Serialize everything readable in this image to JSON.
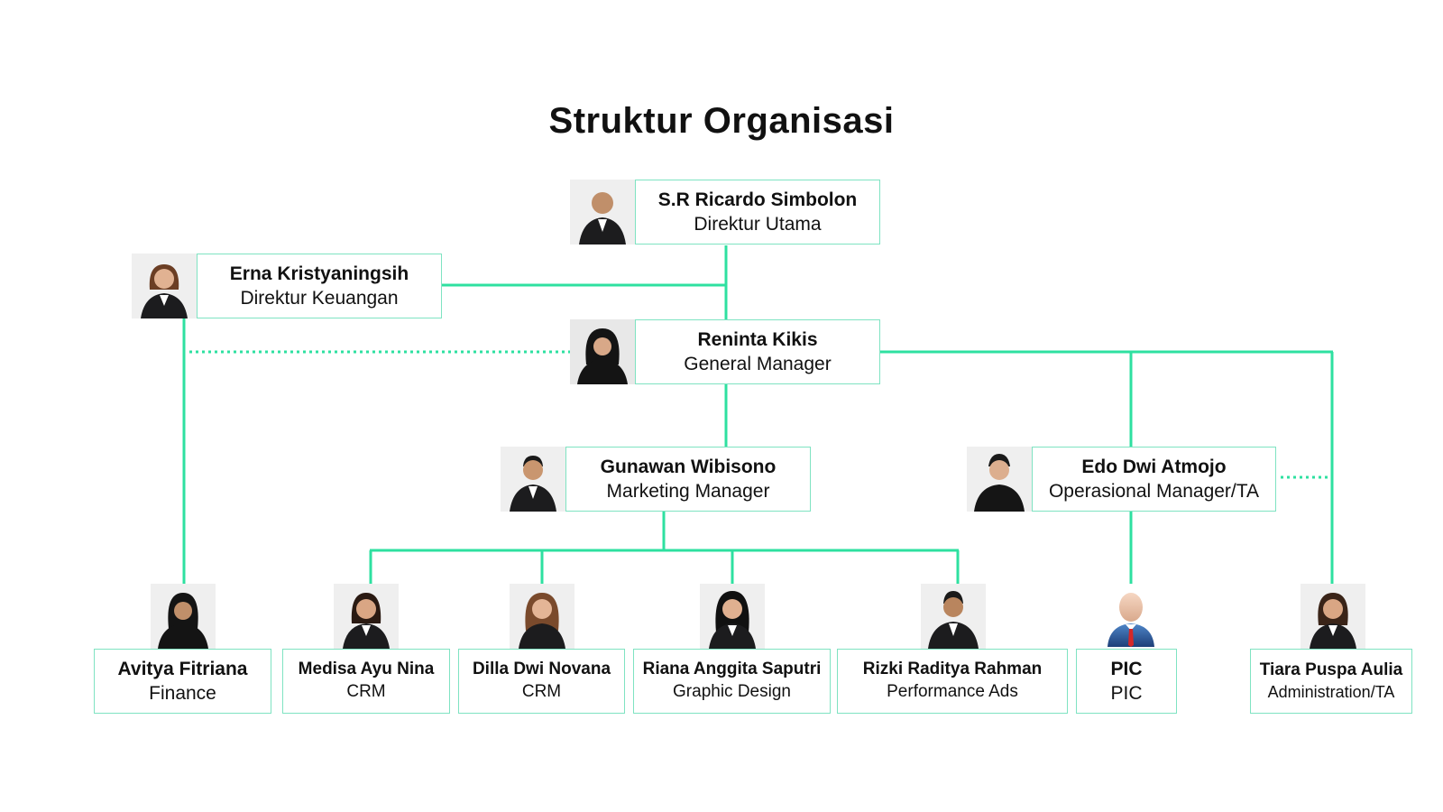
{
  "title": "Struktur Organisasi",
  "colors": {
    "line": "#2ee0a0",
    "box_border": "#7fe3c2",
    "text": "#111111"
  },
  "people": {
    "ricardo": {
      "name": "S.R Ricardo Simbolon",
      "role": "Direktur Utama"
    },
    "erna": {
      "name": "Erna Kristyaningsih",
      "role": "Direktur Keuangan"
    },
    "reninta": {
      "name": "Reninta Kikis",
      "role": "General Manager"
    },
    "gunawan": {
      "name": "Gunawan Wibisono",
      "role": "Marketing Manager"
    },
    "edo": {
      "name": "Edo Dwi Atmojo",
      "role": "Operasional Manager/TA"
    },
    "avitya": {
      "name": "Avitya Fitriana",
      "role": "Finance"
    },
    "medisa": {
      "name": "Medisa Ayu Nina",
      "role": "CRM"
    },
    "dilla": {
      "name": "Dilla Dwi Novana",
      "role": "CRM"
    },
    "riana": {
      "name": "Riana Anggita Saputri",
      "role": "Graphic Design"
    },
    "rizki": {
      "name": "Rizki Raditya Rahman",
      "role": "Performance Ads"
    },
    "pic": {
      "name": "PIC",
      "role": "PIC"
    },
    "tiara": {
      "name": "Tiara Puspa Aulia",
      "role": "Administration/TA"
    }
  },
  "icons": {
    "person_photo": "person-photo-icon",
    "generic_avatar": "businessman-avatar-icon"
  }
}
